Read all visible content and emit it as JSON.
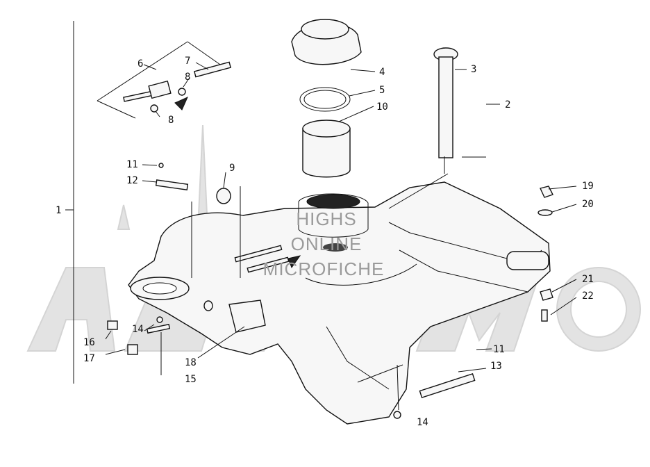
{
  "diagram": {
    "callouts": [
      {
        "id": "c1",
        "label": "1"
      },
      {
        "id": "c2",
        "label": "2"
      },
      {
        "id": "c3",
        "label": "3"
      },
      {
        "id": "c4",
        "label": "4"
      },
      {
        "id": "c5",
        "label": "5"
      },
      {
        "id": "c6",
        "label": "6"
      },
      {
        "id": "c7",
        "label": "7"
      },
      {
        "id": "c8a",
        "label": "8"
      },
      {
        "id": "c8b",
        "label": "8"
      },
      {
        "id": "c9",
        "label": "9"
      },
      {
        "id": "c10",
        "label": "10"
      },
      {
        "id": "c11a",
        "label": "11"
      },
      {
        "id": "c11b",
        "label": "11"
      },
      {
        "id": "c12",
        "label": "12"
      },
      {
        "id": "c13",
        "label": "13"
      },
      {
        "id": "c14a",
        "label": "14"
      },
      {
        "id": "c14b",
        "label": "14"
      },
      {
        "id": "c15",
        "label": "15"
      },
      {
        "id": "c16",
        "label": "16"
      },
      {
        "id": "c17",
        "label": "17"
      },
      {
        "id": "c18",
        "label": "18"
      },
      {
        "id": "c19",
        "label": "19"
      },
      {
        "id": "c20",
        "label": "20"
      },
      {
        "id": "c21",
        "label": "21"
      },
      {
        "id": "c22",
        "label": "22"
      }
    ],
    "watermark": {
      "line1": "HIGHS",
      "line2": "ONLINE",
      "line3": "MICROFICHE"
    }
  }
}
